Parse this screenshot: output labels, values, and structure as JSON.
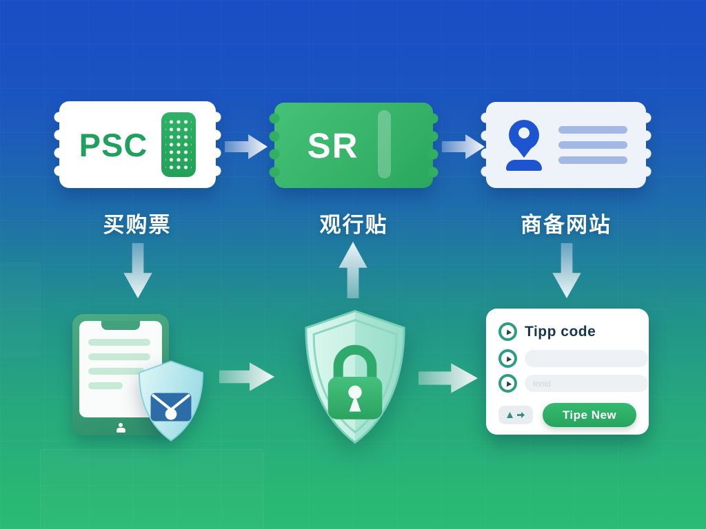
{
  "tickets": {
    "psc": {
      "code": "PSC",
      "label": "买购票"
    },
    "sr": {
      "code": "SR",
      "label": "观行贴"
    },
    "site": {
      "label": "商备网站"
    }
  },
  "form": {
    "title": "Tipp code",
    "field1_placeholder": "",
    "field2_placeholder": "Innid",
    "submit_label": "Tipe New"
  },
  "icons": {
    "psc_pass": "qr-pass-icon",
    "sr_stub": "ticket-stub-divider",
    "site_pin": "location-pin-icon",
    "document": "document-lines-icon",
    "badge": "shield-envelope-icon",
    "center": "shield-lock-icon",
    "form_rows": "check-ring-icon",
    "mini_button": "stamp-arrow-icons"
  },
  "colors": {
    "bg_top": "#1a4dc6",
    "bg_bottom": "#2bbb72",
    "brand_green": "#2fae66",
    "ticket_green": "#34b368",
    "psc_text_green": "#1fa05e",
    "pin_blue": "#1d55d0",
    "envelope_blue": "#2d6ca6",
    "shield_mint": "#c3efe0",
    "form_title_navy": "#16384e"
  }
}
